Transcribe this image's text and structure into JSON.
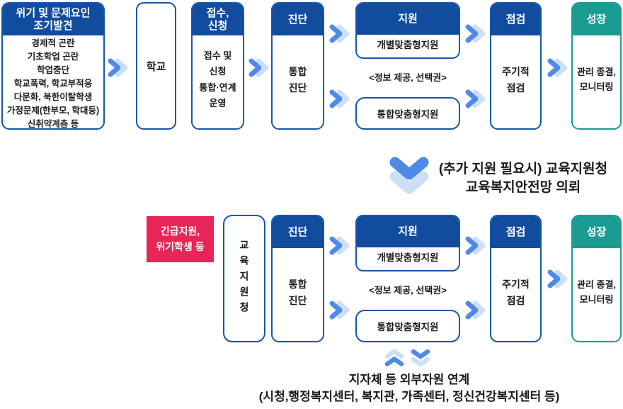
{
  "colors": {
    "header_blue": "#114C9E",
    "border_blue": "#1656AC",
    "teal": "#1B9C93",
    "pink": "#E82557",
    "chevron_blue": "#4E8AE9",
    "chevron_light": "#CDDFF8",
    "text_dark": "#1A1A1A"
  },
  "top_flow": {
    "crisis_box": {
      "title": "위기 및 문제요인\n조기발견",
      "items": [
        "경제적 곤란",
        "기초학업 곤란",
        "학업중단",
        "학교폭력, 학교부적응",
        "다문화, 북한이탈학생",
        "가정문제(한부모, 학대등)",
        "신취약계층 등"
      ]
    },
    "school_box": {
      "label": "학교"
    },
    "intake_box": {
      "title": "접수,\n신청",
      "body": "접수 및\n신청\n통합·연계\n운영"
    },
    "diagnosis_box": {
      "title": "진단",
      "body": "통합\n진단"
    },
    "support_group": {
      "title": "지원",
      "individual_label": "개별맞춤형지원",
      "note": "<정보 제공, 선택권>",
      "integrated_label": "통합맞춤형지원"
    },
    "check_box": {
      "title": "점검",
      "body": "주기적\n점검"
    },
    "growth_box": {
      "title": "성장",
      "body": "관리 종결,\n모니터링"
    }
  },
  "referral": {
    "caption": "(추가 지원 필요시) 교육지원청\n교육복지안전망 의뢰"
  },
  "bottom_flow": {
    "emergency_box": {
      "label": "긴급지원,\n위기학생 등"
    },
    "office_box": {
      "label": "교육지원청"
    },
    "diagnosis_box": {
      "title": "진단",
      "body": "통합\n진단"
    },
    "support_group": {
      "title": "지원",
      "individual_label": "개별맞춤형지원",
      "note": "<정보 제공, 선택권>",
      "integrated_label": "통합맞춤형지원"
    },
    "check_box": {
      "title": "점검",
      "body": "주기적\n점검"
    },
    "growth_box": {
      "title": "성장",
      "body": "관리 종결,\n모니터링"
    }
  },
  "external_link": {
    "caption_line1": "지자체 등 외부자원 연계",
    "caption_line2": "(시청,행정복지센터, 복지관, 가족센터, 정신건강복지센터 등)"
  }
}
